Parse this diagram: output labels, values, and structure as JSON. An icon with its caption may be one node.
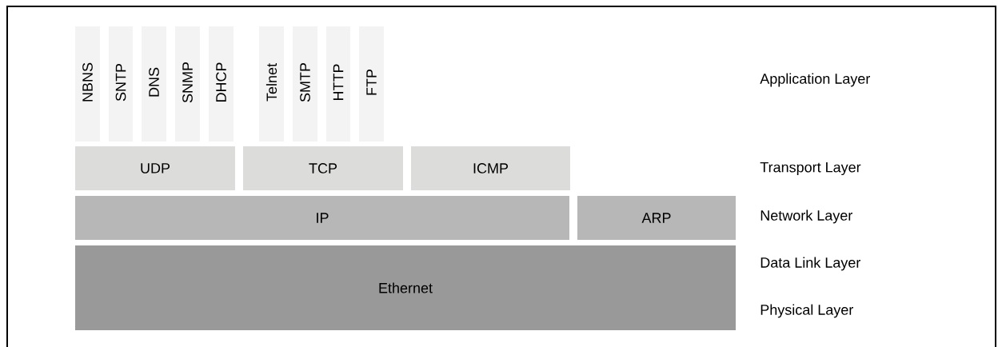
{
  "diagram": {
    "nodes": [
      {
        "text": [
          "NBNS"
        ]
      },
      {
        "text": [
          "SNTP"
        ]
      },
      {
        "text": [
          "DNS"
        ]
      },
      {
        "text": [
          "SNMP"
        ]
      },
      {
        "text": [
          "DHCP"
        ]
      },
      {
        "text": [
          "Telnet"
        ]
      },
      {
        "text": [
          "SMTP"
        ]
      },
      {
        "text": [
          "HTTP"
        ]
      },
      {
        "text": [
          "FTP"
        ]
      },
      {
        "text": [
          "UDP"
        ]
      },
      {
        "text": [
          "TCP"
        ]
      },
      {
        "text": [
          "ICMP"
        ]
      },
      {
        "text": [
          "IP"
        ]
      },
      {
        "text": [
          "ARP"
        ]
      },
      {
        "text": [
          "Ethernet"
        ]
      }
    ],
    "labels": [
      "Application Layer",
      "Transport Layer",
      "Network Layer",
      "Data Link Layer",
      "Physical Layer"
    ]
  }
}
